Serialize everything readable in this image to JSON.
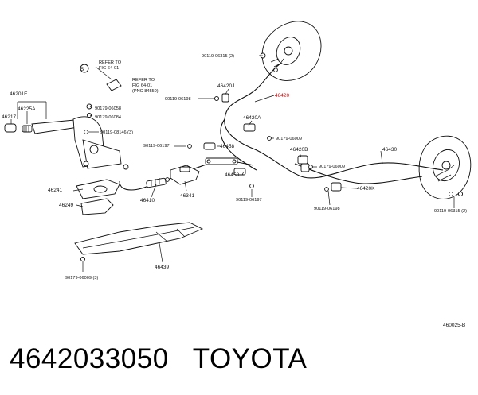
{
  "labels": {
    "s_mark": "S",
    "refer1_line1": "REFER TO",
    "refer1_line2": "FIG 64-01",
    "refer2_line1": "REFER TO",
    "refer2_line2": "FIG 64-01",
    "refer2_line3": "(PNC 84550)",
    "p46201E": "46201E",
    "p46225A": "46225A",
    "p46217": "46217",
    "p90179_06058": "90179-06058",
    "p90179_06084": "90179-06084",
    "p90119_08146": "90119-08146 (3)",
    "p90119_06315_top": "90119-06315 (2)",
    "p46420J": "46420J",
    "p90119_06198_top": "90119-06198",
    "p46420": "46420",
    "p46420A": "46420A",
    "p90179_06009_a": "90179-06009",
    "p46420B": "46420B",
    "p46430": "46430",
    "p90179_06009_b": "90179-06009",
    "p46420K": "46420K",
    "p90119_06198_bot": "90119-06198",
    "p90119_06315_bot": "90119-06315 (2)",
    "p90119_06197_a": "90119-06197",
    "p46458_a": "46458",
    "p46458_b": "46458",
    "p90119_06197_b": "90119-06197",
    "p46241": "46241",
    "p46249": "46249",
    "p46410": "46410",
    "p46341": "46341",
    "p46439": "46439",
    "p90179_06009_c": "90179-06009 (3)",
    "diagram_code": "460025-B"
  },
  "caption": {
    "part_number": "4642033050",
    "brand": "TOYOTA"
  },
  "colors": {
    "highlight": "#d40000",
    "line": "#111111",
    "background": "#ffffff"
  }
}
